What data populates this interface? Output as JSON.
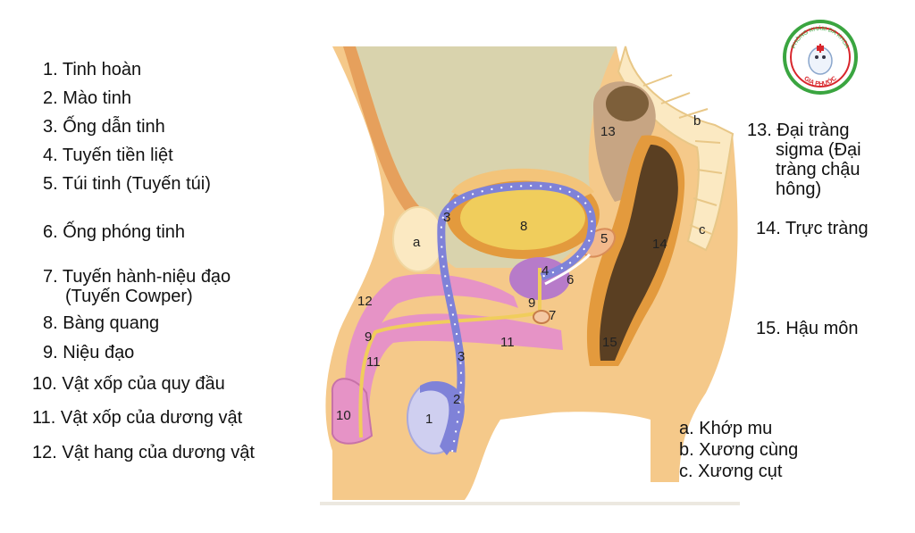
{
  "legend_left": [
    {
      "num": "1.",
      "text": "Tinh hoàn"
    },
    {
      "num": "2.",
      "text": "Mào tinh"
    },
    {
      "num": "3.",
      "text": "Ống dẫn tinh"
    },
    {
      "num": "4.",
      "text": "Tuyến tiền liệt"
    },
    {
      "num": "5.",
      "text": "Túi tinh (Tuyến túi)"
    },
    {
      "num": "6.",
      "text": "Ống phóng tinh"
    },
    {
      "num": "7.",
      "text": "Tuyến hành-niệu đạo"
    },
    {
      "num": "",
      "text": "(Tuyến Cowper)"
    },
    {
      "num": "8.",
      "text": "Bàng quang"
    },
    {
      "num": "9.",
      "text": "Niệu đạo"
    },
    {
      "num": "10.",
      "text": "Vật xốp của quy đầu"
    },
    {
      "num": "11.",
      "text": "Vật xốp của dương vật"
    },
    {
      "num": "12.",
      "text": "Vật hang của dương vật"
    }
  ],
  "legend_right": {
    "item13_line1": "13. Đại tràng",
    "item13_line2": "sigma (Đại",
    "item13_line3": "tràng chậu",
    "item13_line4": "hông)",
    "item14": "14. Trực tràng",
    "item15": "15. Hậu môn"
  },
  "legend_bones": {
    "a": "a. Khớp mu",
    "b": "b. Xương cùng",
    "c": "c. Xương cụt"
  },
  "diagram_labels": {
    "l1": "1",
    "l2": "2",
    "l3a": "3",
    "l3b": "3",
    "l4": "4",
    "l5": "5",
    "l6": "6",
    "l7": "7",
    "l8": "8",
    "l9a": "9",
    "l9b": "9",
    "l10": "10",
    "l11a": "11",
    "l11b": "11",
    "l12": "12",
    "l13": "13",
    "l14": "14",
    "l15": "15",
    "la": "a",
    "lb": "b",
    "lc": "c"
  },
  "logo": {
    "top_text": "PHÒNG KHÁM ĐA KHOA",
    "bottom_text": "GIA PHƯỚC"
  },
  "colors": {
    "skin": "#f5c98a",
    "skin_dark": "#e8a95e",
    "cavity": "#d9d3ad",
    "bladder": "#f0cd5c",
    "bladder_rim": "#e39a3d",
    "prostate": "#b77bc9",
    "corpus_pink": "#e693c6",
    "vas_blue": "#7f82d8",
    "testis": "#cfcff0",
    "rectum_dark": "#5a3f22",
    "bone_cream": "#fbe9c2",
    "logo_green": "#3aa540",
    "logo_red": "#d8262c"
  }
}
